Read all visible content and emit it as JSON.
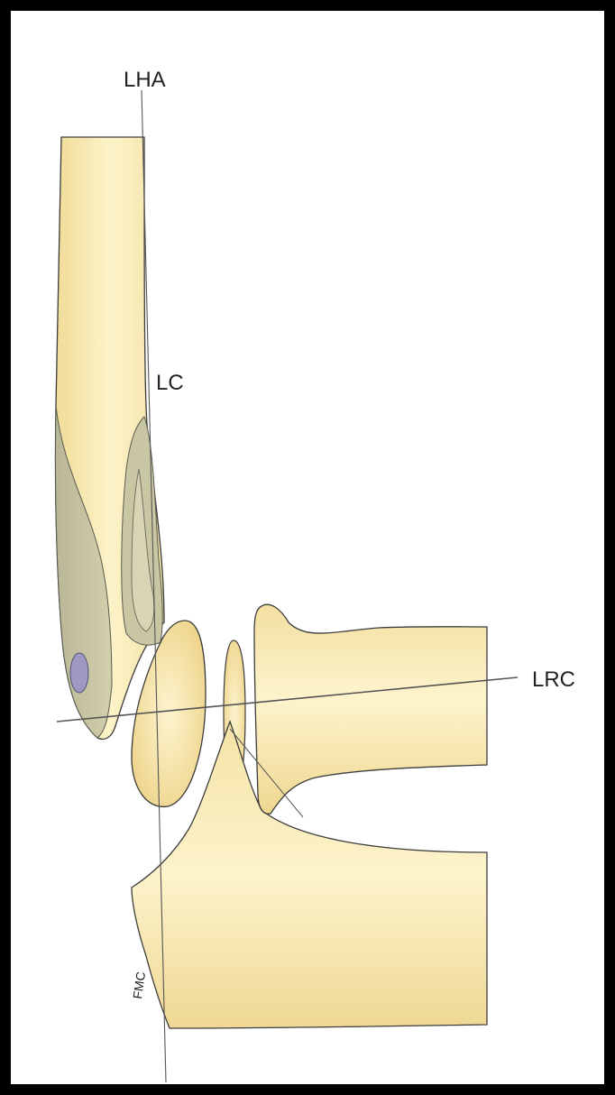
{
  "labels": {
    "lha": "LHA",
    "lc": "LC",
    "lrc": "LRC",
    "fmc": "FMC"
  },
  "colors": {
    "bone_light": "#fdf3c9",
    "bone_mid": "#f6e3a2",
    "bone_shadow": "#e6cd80",
    "capitellum_gray": "#c9c6a3",
    "condyle_gray": "#a9a78f",
    "ossification_purple": "#9d99c2",
    "line": "#3c3c3c",
    "frame": "#000000"
  }
}
